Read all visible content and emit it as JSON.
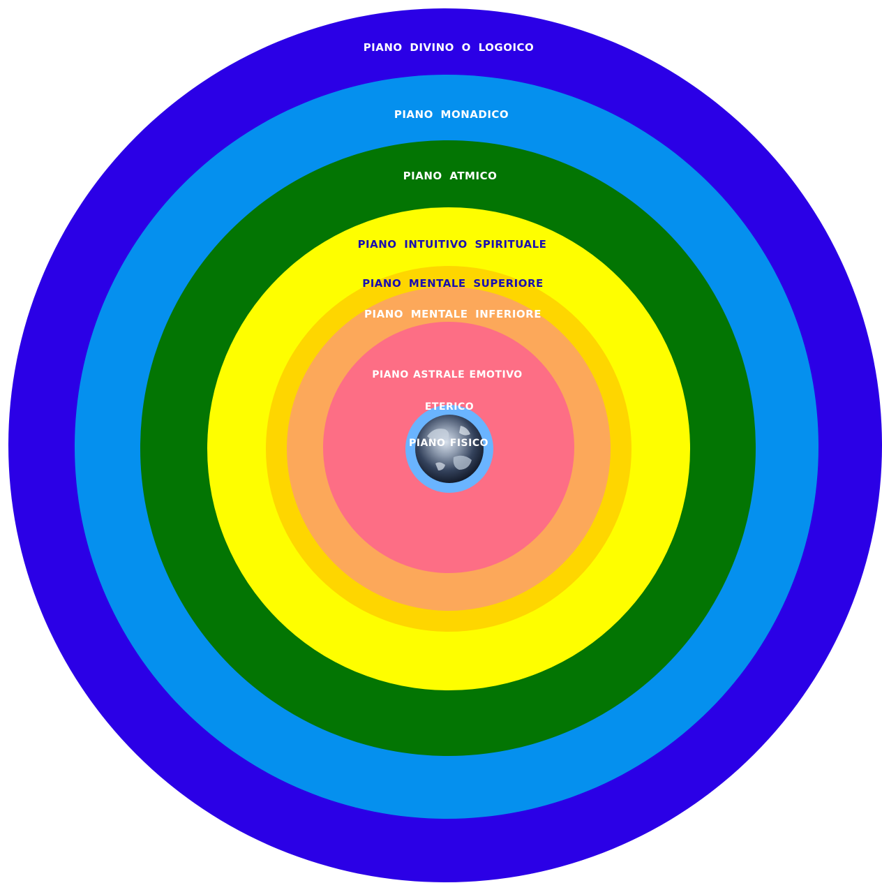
{
  "diagram": {
    "planes": [
      {
        "id": "divino",
        "label": "PIANO DIVINO O LOGOICO",
        "color": "#2b00e6",
        "label_color": "#ffffff"
      },
      {
        "id": "monadico",
        "label": "PIANO MONADICO",
        "color": "#0590ee",
        "label_color": "#ffffff"
      },
      {
        "id": "atmico",
        "label": "PIANO ATMICO",
        "color": "#037503",
        "label_color": "#ffffff"
      },
      {
        "id": "intuitivo",
        "label": "PIANO INTUITIVO SPIRITUALE",
        "color": "#fefe00",
        "label_color": "#1a0fb0"
      },
      {
        "id": "mentale-superiore",
        "label": "PIANO MENTALE SUPERIORE",
        "color": "#fed600",
        "label_color": "#1a0fb0"
      },
      {
        "id": "mentale-inferiore",
        "label": "PIANO MENTALE INFERIORE",
        "color": "#fca85a",
        "label_color": "#ffffff"
      },
      {
        "id": "astrale",
        "label": "PIANO ASTRALE EMOTIVO",
        "color": "#fd6e85",
        "label_color": "#ffffff"
      },
      {
        "id": "eterico",
        "label": "ETERICO",
        "color": "#6ab4ff",
        "label_color": "#ffffff"
      },
      {
        "id": "fisico",
        "label": "PIANO FISICO",
        "color": "#3a4a66",
        "label_color": "#ffffff"
      }
    ]
  }
}
